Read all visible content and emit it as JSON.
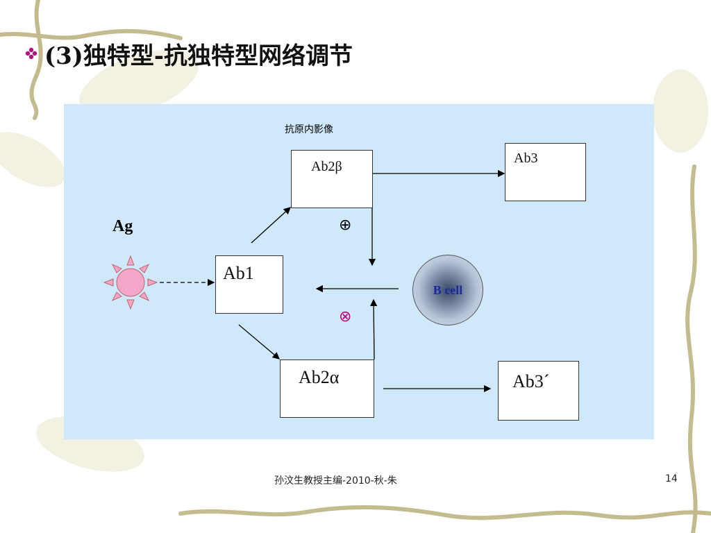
{
  "slide": {
    "title": "(3)独特型-抗独特型网络调节",
    "footer": "孙汶生教授主编-2010-秋-朱",
    "page_number": "14"
  },
  "diagram": {
    "caption": "抗原内影像",
    "antigen_label": "Ag",
    "boxes": {
      "ab1": "Ab1",
      "ab2b": "Ab2β",
      "ab3": "Ab3",
      "ab2a": "Ab2α",
      "ab3p": "Ab3´"
    },
    "plus_symbol": "⊕",
    "times_symbol": "⊗",
    "bcell_label": "B cell"
  },
  "colors": {
    "panel_bg": "#cfe9fb",
    "antigen_fill": "#f4a6c8",
    "times_color": "#c0007a",
    "bcell_text": "#1a2aa0"
  }
}
